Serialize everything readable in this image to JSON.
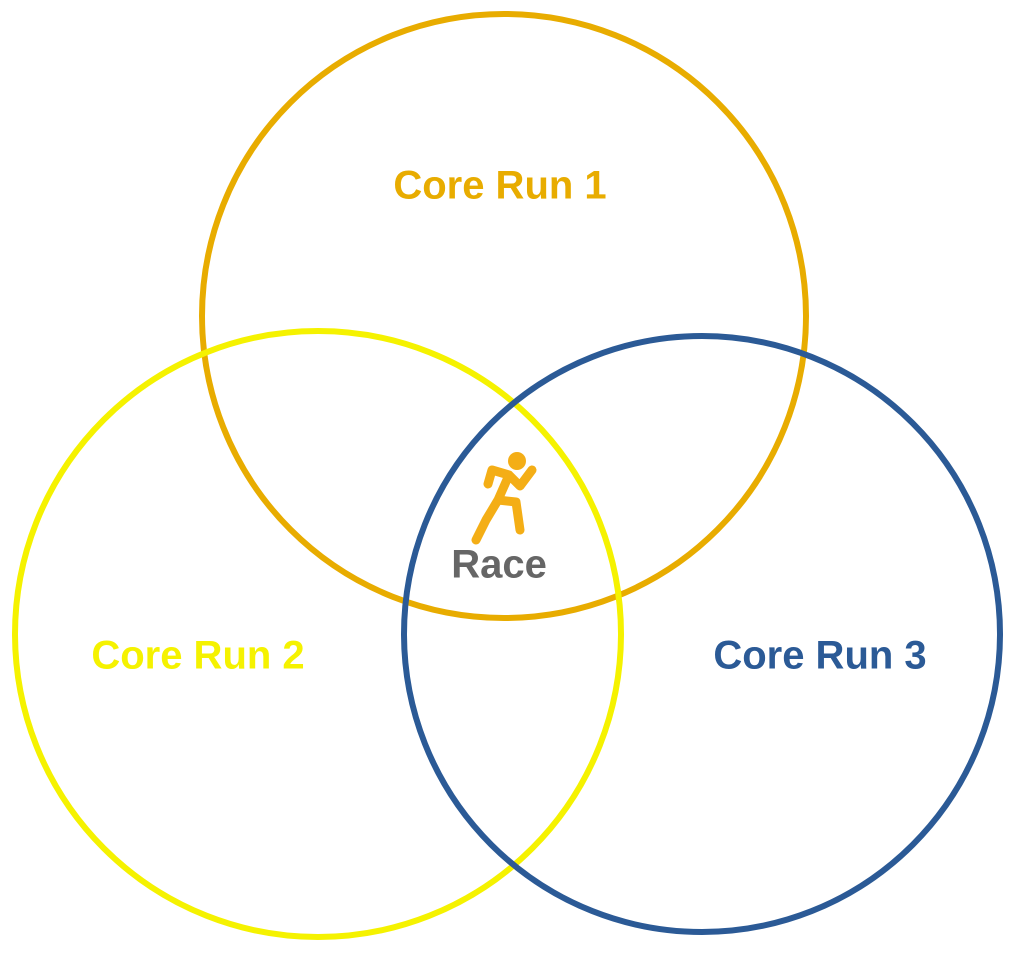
{
  "diagram": {
    "type": "venn",
    "sets": [
      {
        "label": "Core Run 1",
        "color": "#E8AC00"
      },
      {
        "label": "Core Run 2",
        "color": "#F5F200"
      },
      {
        "label": "Core Run 3",
        "color": "#2B5A96"
      }
    ],
    "center": {
      "label": "Race",
      "label_color": "#666666",
      "icon": "running-person-icon",
      "icon_color": "#F4AE16"
    }
  }
}
